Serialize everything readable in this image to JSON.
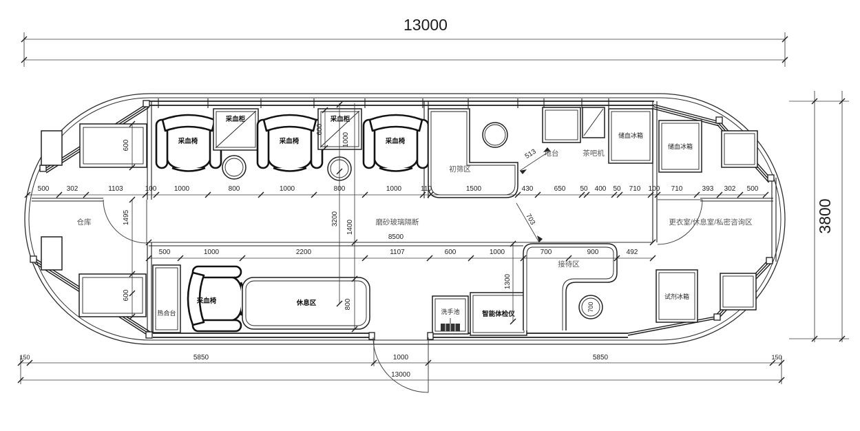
{
  "plan": {
    "areas": {
      "warehouse": "仓库",
      "screening": "初筛区",
      "reception": "接待区",
      "rest": "休息区",
      "changing": "更衣室/休息室/私密咨询区",
      "glass_partition": "磨砂玻璃隔断",
      "platform": "地台"
    },
    "furniture": {
      "blood_chair": "采血椅",
      "blood_cabinet": "采血柜",
      "tea_bar": "茶吧机",
      "blood_fridge": "储血冰箱",
      "reagent_fridge": "试剂冰箱",
      "heat_sealer": "热合台",
      "wash_basin": "洗手池",
      "health_checker": "智能体检仪"
    },
    "dims": {
      "overall_top": "13000",
      "overall_right": "3800",
      "bottom_total": "13000",
      "bottom_row": [
        "150",
        "5850",
        "1000",
        "5850",
        "150"
      ],
      "top_row": [
        "500",
        "302",
        "1103",
        "100",
        "1000",
        "800",
        "1000",
        "800",
        "1000",
        "110",
        "1500",
        "430",
        "650",
        "50",
        "400",
        "50",
        "710",
        "100",
        "710",
        "393",
        "302",
        "500"
      ],
      "mid_row": [
        "500",
        "1000",
        "2200",
        "1107",
        "600",
        "1000",
        "700",
        "900",
        "492"
      ],
      "mid_total": "8500",
      "v_win_tl": "600",
      "v_door_left": "1495",
      "v_win_bl": "600",
      "v_cab_600": "600",
      "v_cab_1000": "1000",
      "v_3200": "3200",
      "v_1400": "1400",
      "v_bench": "800",
      "v_reception": "1300",
      "stool": "700",
      "leader_513": "513",
      "leader_703": "703"
    }
  }
}
